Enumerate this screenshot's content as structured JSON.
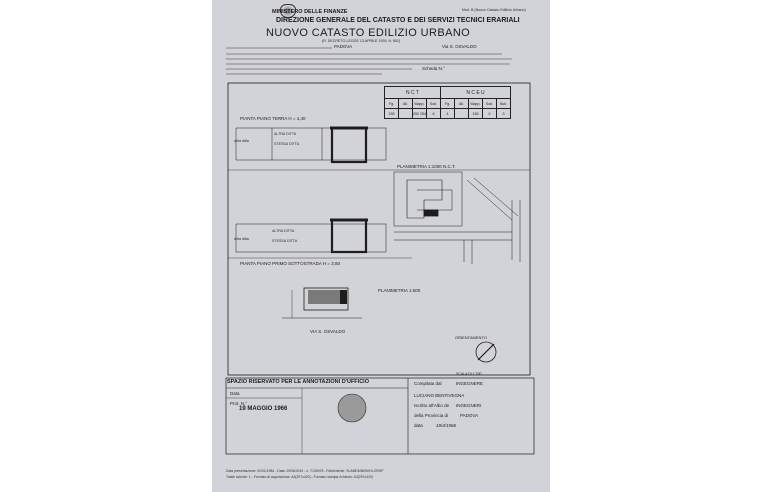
{
  "header": {
    "ministry": "MINISTERO DELLE FINANZE",
    "direction": "DIREZIONE GENERALE DEL CATASTO E DEI SERVIZI TECNICI ERARIALI",
    "title": "NUOVO CATASTO EDILIZIO URBANO",
    "model_ref": "Mod. B (Nuovo Catasto Edilizio Urbano)",
    "law_ref": "(R. DECRETO-LEGGE 13 APRILE 1939, N. 652)",
    "comune": "PADOVA",
    "via": "Via S. OSVALDO",
    "scheda": "Scheda N.°"
  },
  "nct_table": {
    "header_left": "N C T",
    "header_right": "N C E U",
    "columns": [
      "Fg.",
      "All.",
      "Mapp.",
      "Sub.",
      "Fg.",
      "All.",
      "Mapp.",
      "Sub.",
      "Sub."
    ],
    "row": [
      "155",
      "",
      "252 254",
      "6",
      "4",
      "",
      "155",
      "X",
      "3"
    ]
  },
  "drawing": {
    "plan_ground": "PIANTA PIANO TERRA  H = 4,40",
    "plan_basement": "PIANTA  PIANO  PRIMO  SOTTOSTRADA  H = 2,50",
    "planimetry_nct": "PLANIMETRIA 1:1000 N.C.T.",
    "planimetry_500": "PLANIMETRIA 1:500",
    "via_label": "VIA  S.  OSVALDO",
    "orientamento": "ORIENTAMENTO",
    "scala": "SCALA DI 1:200",
    "labels": {
      "altra_ditta": "ALTRA  DITTA",
      "stessa_ditta": "STESSA  DITTA",
      "altra_ditta_short": "altra ditta"
    }
  },
  "footer": {
    "reserved_space": "SPAZIO RISERVATO PER LE ANNOTAZIONI D'UFFICIO",
    "data_label": "Data",
    "prot_label": "Prot. N.°",
    "redazione": "19 MAGGIO 1966",
    "compilata_dal": "Compilata dal",
    "compilata_val": "INGEGNERE",
    "name_line": "LUCIANO    BENTIVEGNA",
    "iscritto_label": "Iscritto all'Albo de",
    "iscritto_val": "INGEGNERI",
    "provincia_label": "della Provincia di",
    "provincia_val": "PADOVA",
    "data_line": "data",
    "data_val": "18/4/1966",
    "fine_print": "Data presentazione: 02/01/1984 - Data: 09/06/2019 - n. T139478 - Richiedente: SLAMDMN05HOLGRSP",
    "fine_print2": "Totale schede: 1 - Formato di acquisizione: A3(297x420) - Formato stampa richiesto: A3(297x420)"
  }
}
